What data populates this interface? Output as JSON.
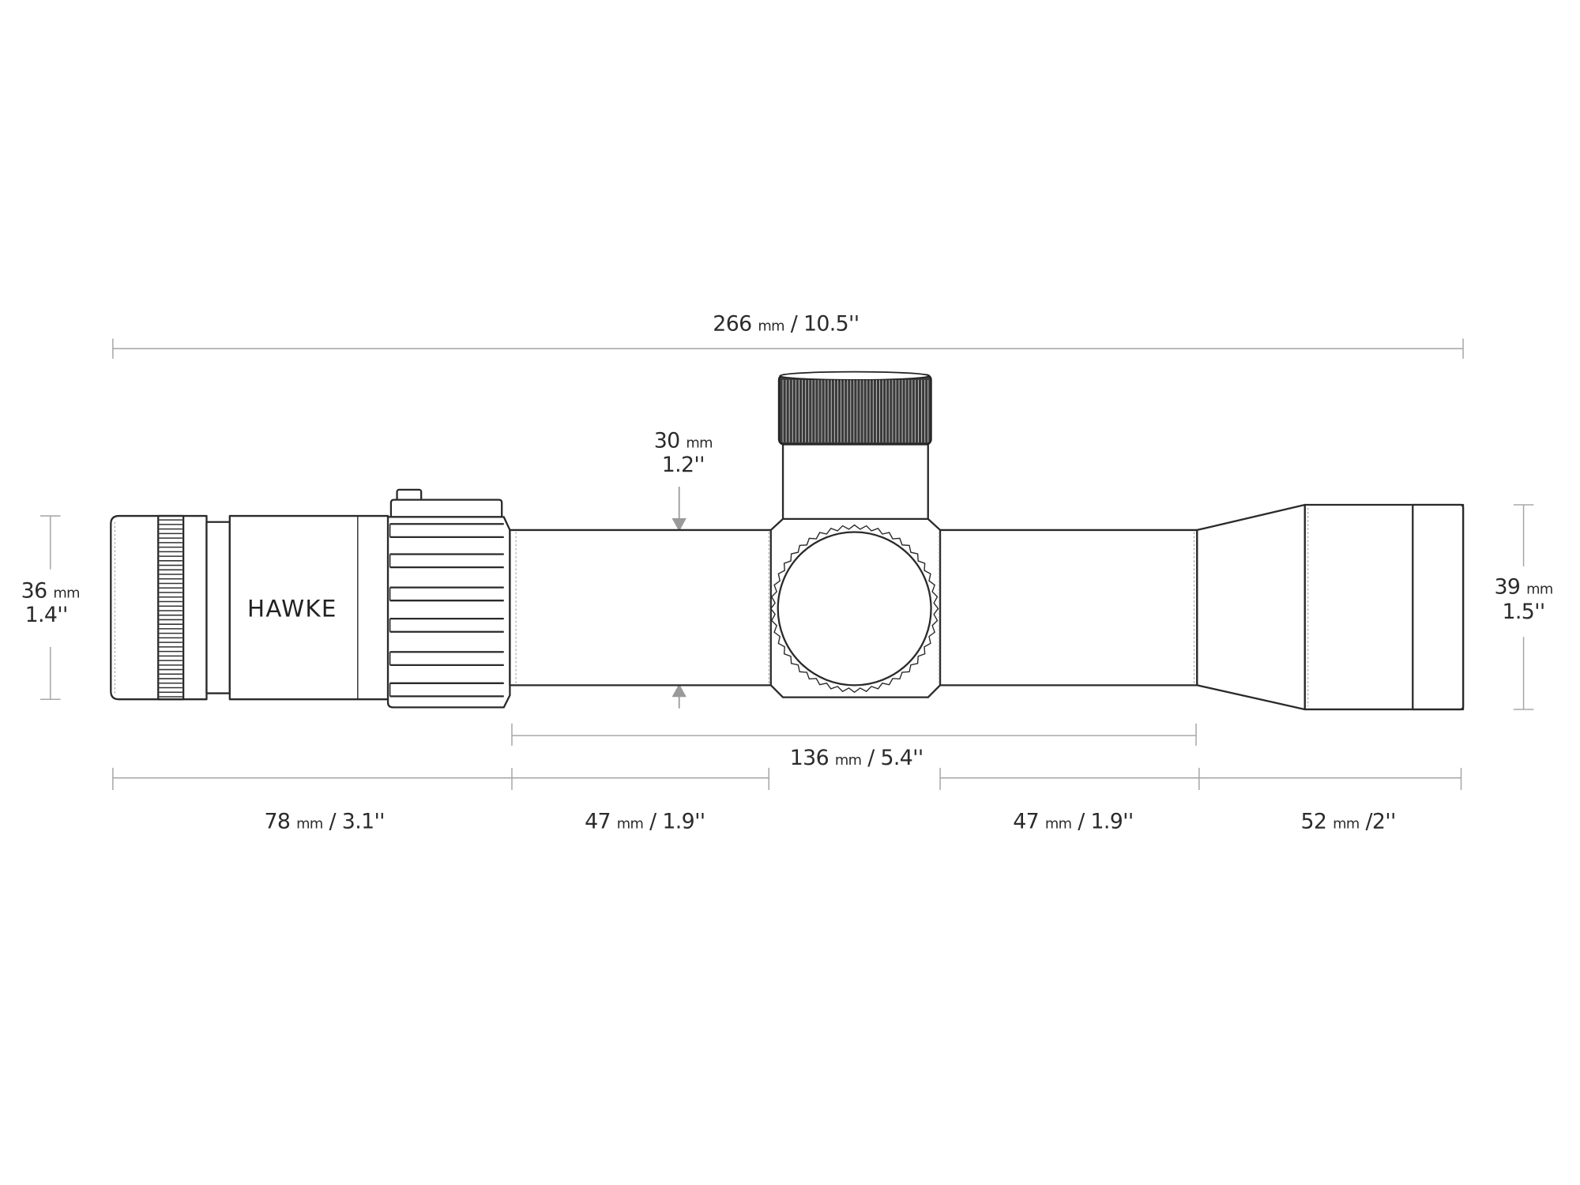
{
  "brand_logo": "HAWKE",
  "dimensions": {
    "overall_length": {
      "value": "266",
      "unit": "mm",
      "imperial": " / 10.5''"
    },
    "tube_diameter": {
      "value": "30",
      "unit": "mm",
      "imperial": "1.2''"
    },
    "eyepiece_diameter": {
      "value": "36",
      "unit": "mm",
      "imperial": "1.4''"
    },
    "objective_diameter": {
      "value": "39",
      "unit": "mm",
      "imperial": "1.5''"
    },
    "mounting_length": {
      "value": "136",
      "unit": "mm",
      "imperial": " / 5.4''"
    },
    "eyepiece_section": {
      "value": "78",
      "unit": "mm",
      "imperial": " / 3.1''"
    },
    "front_tube_rear": {
      "value": "47",
      "unit": "mm",
      "imperial": " / 1.9''"
    },
    "front_tube_front": {
      "value": "47",
      "unit": "mm",
      "imperial": " / 1.9''"
    },
    "objective_section": {
      "value": "52",
      "unit": "mm",
      "imperial": " /2''"
    }
  },
  "colors": {
    "outline": "#2a2a2a",
    "dimension_line": "#a8a8a8",
    "text": "#2b2b2b"
  }
}
